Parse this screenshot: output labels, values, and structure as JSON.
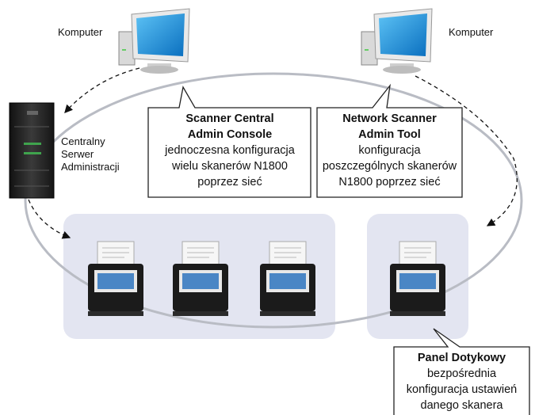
{
  "labels": {
    "computer_left": "Komputer",
    "computer_right": "Komputer",
    "server": [
      "Centralny",
      "Serwer",
      "Administracji"
    ]
  },
  "callouts": {
    "central_console": {
      "title": [
        "Scanner Central",
        "Admin Console"
      ],
      "body": [
        "jednoczesna konfiguracja",
        "wielu skanerów N1800",
        "poprzez sieć"
      ]
    },
    "network_tool": {
      "title": [
        "Network Scanner",
        "Admin Tool"
      ],
      "body": [
        "konfiguracja",
        "poszczególnych skanerów",
        "N1800 poprzez sieć"
      ]
    },
    "touch_panel": {
      "title": [
        "Panel Dotykowy"
      ],
      "body": [
        "bezpośrednia",
        "konfiguracja ustawień",
        "danego skanera"
      ]
    }
  },
  "colors": {
    "network_ring": "#b9bcc4",
    "scanner_group_bg": "#e3e5f1",
    "monitor_screen": "#1a8fd6",
    "server_body": "#2b2b2b",
    "callout_border": "#222222"
  }
}
